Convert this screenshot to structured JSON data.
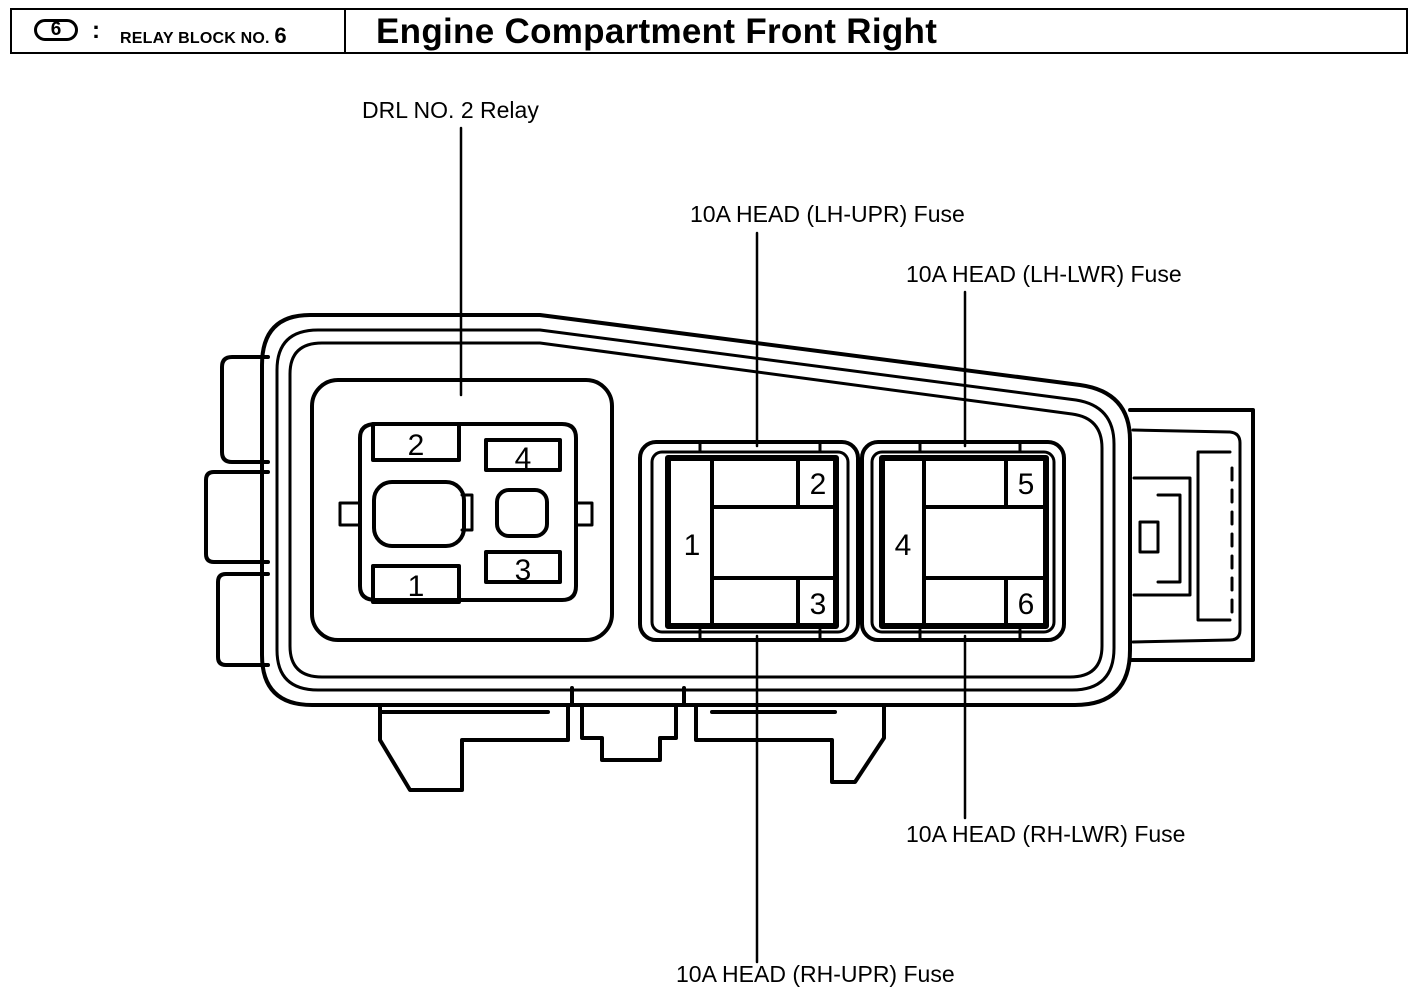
{
  "header": {
    "badge": "6",
    "colon": ":",
    "block_label": "RELAY BLOCK NO.",
    "block_number": "6",
    "title": "Engine Compartment Front Right"
  },
  "callouts": {
    "drl_relay": "DRL NO. 2 Relay",
    "lh_upr": "10A HEAD (LH-UPR) Fuse",
    "lh_lwr": "10A HEAD (LH-LWR) Fuse",
    "rh_lwr": "10A HEAD (RH-LWR) Fuse",
    "rh_upr": "10A HEAD (RH-UPR) Fuse"
  },
  "relay_terminals": [
    "2",
    "4",
    "3",
    "1"
  ],
  "fuse_left_terminals": [
    "1",
    "2",
    "3"
  ],
  "fuse_right_terminals": [
    "4",
    "5",
    "6"
  ]
}
